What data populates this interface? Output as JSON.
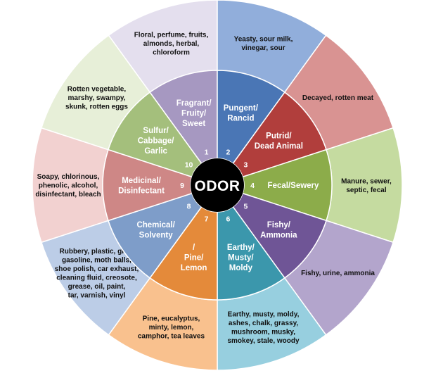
{
  "center_label": "ODOR",
  "segments": [
    {
      "number": "1",
      "category": [
        "Fragrant/",
        "Fruity/",
        "Sweet"
      ],
      "descriptors": [
        "Floral, perfume, fruits,",
        "almonds, herbal,",
        "chloroform"
      ],
      "inner_color": "#a698c1",
      "outer_color": "#e4dfee"
    },
    {
      "number": "2",
      "category": [
        "Pungent/",
        "Rancid"
      ],
      "descriptors": [
        "Yeasty, sour milk,",
        "vinegar, sour"
      ],
      "inner_color": "#4a76b5",
      "outer_color": "#91aedb"
    },
    {
      "number": "3",
      "category": [
        "Putrid/",
        "Dead Animal"
      ],
      "descriptors": [
        "Decayed, rotten meat"
      ],
      "inner_color": "#b13e3c",
      "outer_color": "#d99392"
    },
    {
      "number": "4",
      "category": [
        "Fecal/Sewery"
      ],
      "descriptors": [
        "Manure, sewer,",
        "septic, fecal"
      ],
      "inner_color": "#8cac4a",
      "outer_color": "#c5dba0"
    },
    {
      "number": "5",
      "category": [
        "Fishy/",
        "Ammonia"
      ],
      "descriptors": [
        "Fishy, urine, ammonia"
      ],
      "inner_color": "#6f5596",
      "outer_color": "#b3a5cc"
    },
    {
      "number": "6",
      "category": [
        "Earthy/",
        "Musty/",
        "Moldy"
      ],
      "descriptors": [
        "Earthy, musty, moldy,",
        "ashes, chalk, grassy,",
        "mushroom, musky,",
        "smokey, stale, woody"
      ],
      "inner_color": "#3b97ac",
      "outer_color": "#97cfdf"
    },
    {
      "number": "7",
      "category": [
        "/",
        "Pine/",
        "Lemon"
      ],
      "descriptors": [
        "Pine, eucalyptus,",
        "minty, lemon,",
        "camphor, tea leaves"
      ],
      "inner_color": "#e48a3a",
      "outer_color": "#f9c18e"
    },
    {
      "number": "8",
      "category": [
        "Chemical/",
        "Solventy"
      ],
      "descriptors": [
        "Rubbery, plastic, glue,",
        "gasoline, moth balls,",
        "shoe polish, car exhaust,",
        "cleaning fluid, creosote,",
        "grease, oil, paint,",
        "tar, varnish, vinyl"
      ],
      "inner_color": "#7e9dc9",
      "outer_color": "#bccde7"
    },
    {
      "number": "9",
      "category": [
        "Medicinal/",
        "Disinfectant"
      ],
      "descriptors": [
        "Soapy, chlorinous,",
        "phenolic, alcohol,",
        "disinfectant, bleach"
      ],
      "inner_color": "#ce8786",
      "outer_color": "#f2d1d0"
    },
    {
      "number": "10",
      "category": [
        "Sulfur/",
        "Cabbage/",
        "Garlic"
      ],
      "descriptors": [
        "Rotten vegetable,",
        "marshy, swampy,",
        "skunk, rotten eggs"
      ],
      "inner_color": "#a4bf7c",
      "outer_color": "#e7efd8"
    }
  ]
}
